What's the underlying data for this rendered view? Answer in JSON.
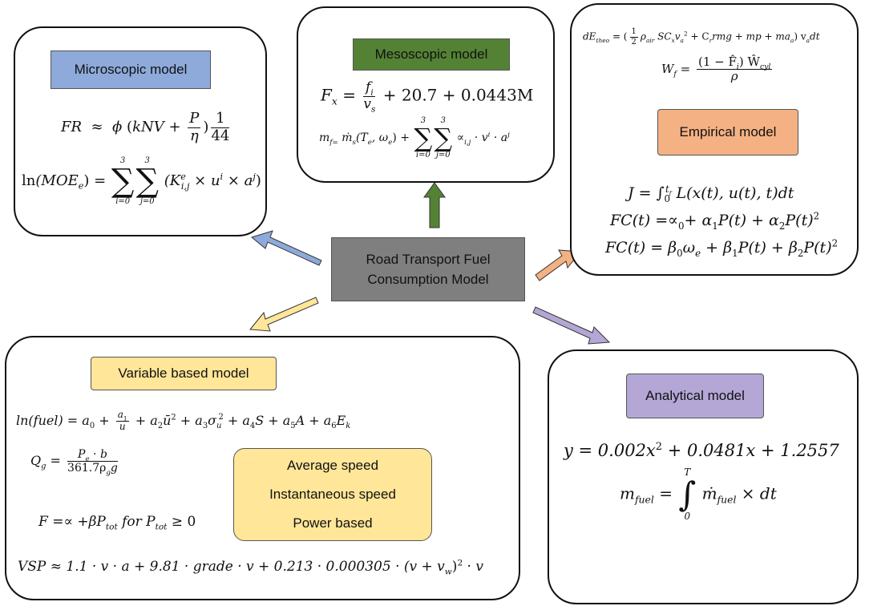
{
  "center": {
    "line1": "Road Transport Fuel",
    "line2": "Consumption Model"
  },
  "microscopic": {
    "label": "Microscopic model",
    "eq1": {
      "lhs": "FR",
      "approx": "≈",
      "phi": "ϕ",
      "knv": "kNV +",
      "P": "P",
      "eta": "η",
      "one": "1",
      "fortyfour": "44"
    },
    "eq2": {
      "ln": "ln",
      "moe": "(MOE",
      "e": "e",
      "rest": ") =",
      "top": "3",
      "bot_i": "i=0",
      "bot_j": "j=0",
      "K": "(K",
      "Kup": "e",
      "Ksub": "i,j",
      "times_u": " × u",
      "ui": "i",
      "times_a": " × a",
      "aj": "j",
      "close": ")"
    }
  },
  "mesoscopic": {
    "label": "Mesoscopic model",
    "eq1": {
      "Fx": "F",
      "x": "x",
      "eq": " = ",
      "fi": "f",
      "i": "i",
      "vs": "v",
      "s": "s",
      "rest": "+ 20.7  + 0.0443M"
    },
    "eq2": {
      "mf": "m",
      "f": "f=",
      "ms": "ṁ",
      "s": "s",
      "args": "(T",
      "e": "e",
      "comma": ", ω",
      "close": ") +",
      "top": "3",
      "bot_i": "i=0",
      "bot_j": "j=0",
      "alpha": "∝",
      "ij": "i,j",
      "dot_v": " · v",
      "vi": "i",
      "dot_a": " · a",
      "aj": "j"
    }
  },
  "empirical": {
    "label": "Empirical model",
    "eq_top": "dE",
    "eq_top_sub": "theo",
    "eq_top_rest": " = (",
    "eq_half_num": "1",
    "eq_half_den": "2",
    "eq_top_rest2": "ρ",
    "eq_air": "air",
    "eq_top_rest3": " SC",
    "eq_x": "x",
    "eq_top_rest4": "v",
    "eq_a": "a",
    "eq_sq": "2",
    "eq_top_rest5": " + C",
    "eq_r": "r",
    "eq_top_rest6": "rmg + mp + ma",
    "eq_a2": "a",
    "eq_top_rest7": ") v",
    "eq_a3": "a",
    "eq_top_rest8": "dt",
    "wf_lhs": "W",
    "wf_sub": "f",
    "wf_eq": " = ",
    "wf_num": "(1 − F̂",
    "wf_num_i": "i",
    "wf_num_rest": ") Ŵ",
    "wf_cyl": "cyl",
    "wf_den": "ρ",
    "j_eq": "J = ∫",
    "j_lim_top": "t",
    "j_lim_f": "f",
    "j_lim_bot": "0",
    "j_rest": " L(x(t), u(t), t)dt",
    "fc1": "FC(t) =∝",
    "fc1_0": "0",
    "fc1_b": "+ α",
    "fc1_1": "1",
    "fc1_c": "P(t) + α",
    "fc1_2": "2",
    "fc1_d": "P(t)",
    "fc1_sq": "2",
    "fc2": "FC(t) = β",
    "fc2_0": "0",
    "fc2_b": "ω",
    "fc2_e": "e",
    "fc2_c": " + β",
    "fc2_1": "1",
    "fc2_d": "P(t) + β",
    "fc2_2": "2",
    "fc2_e2": "P(t)",
    "fc2_sq": "2"
  },
  "variable": {
    "label": "Variable based model",
    "ln_eq": "ln(fuel) = a",
    "a0": "0",
    "plus": " + ",
    "a1": "a",
    "a1s": "1",
    "u": "u",
    "r1": " + a",
    "a2": "2",
    "ubar": "ū",
    "sq": "2",
    "r2": " + a",
    "a3": "3",
    "sigma": "σ",
    "su": "u",
    "sq2": "2",
    "r3": " + a",
    "a4": "4",
    "S": "S + a",
    "a5": "5",
    "A": "A + a",
    "a6": "6",
    "E": "E",
    "k": "k",
    "qg": "Q",
    "g": "g",
    "qeq": " = ",
    "pe": "P",
    "e": "e",
    "b": " · b",
    "den": "361.7ρ",
    "deng": "g",
    "deng2": "g",
    "F": "F =∝ +βP",
    "tot": "tot",
    "for": " for P",
    "tot2": "tot",
    "ge": " ≥ 0",
    "vsp": "VSP  ≈ 1.1 · v · a + 9.81 · grade · v + 0.213 · 0.000305 · (v + v",
    "w": "w",
    "vsp2": ")",
    "vsp_sq": "2",
    "vsp3": " · v",
    "types": [
      "Average speed",
      "Instantaneous speed",
      "Power based"
    ]
  },
  "analytical": {
    "label": "Analytical model",
    "y": "y  = 0.002x",
    "sq": "2",
    "y_rest": " + 0.0481x + 1.2557",
    "m": "m",
    "fuel": "fuel",
    "eq": "  =  ",
    "T": "T",
    "zero": "0",
    "md": "ṁ",
    "fuel2": "fuel",
    "dt": "  × dt"
  },
  "colors": {
    "microscopic": "#8eaadb",
    "mesoscopic": "#548235",
    "empirical": "#f4b183",
    "variable": "#ffe699",
    "analytical": "#b4a7d6",
    "center": "#7f7f7f",
    "arrow_micro": "#8eaadb",
    "arrow_meso": "#548235",
    "arrow_emp": "#f4b183",
    "arrow_var": "#ffe699",
    "arrow_ana": "#b4a7d6"
  }
}
